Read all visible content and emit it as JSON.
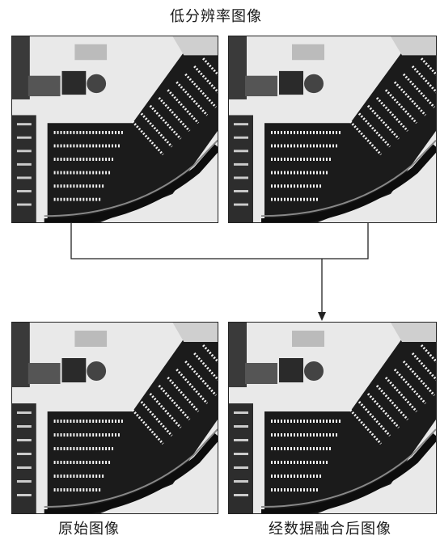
{
  "labels": {
    "top": "低分辨率图像",
    "bottom_left": "原始图像",
    "bottom_right": "经数据融合后图像"
  },
  "colors": {
    "line": "#222222",
    "asphalt": "#1b1b1b",
    "paint": "#f2f2f2",
    "ground": "#e9e9e9",
    "foliage": "#3a3a3a"
  },
  "panels": [
    {
      "id": "low-res",
      "depicts": "aerial-parking-lot"
    },
    {
      "id": "low-res-copy",
      "depicts": "aerial-parking-lot"
    },
    {
      "id": "original",
      "depicts": "aerial-parking-lot"
    },
    {
      "id": "fused",
      "depicts": "aerial-parking-lot"
    }
  ]
}
